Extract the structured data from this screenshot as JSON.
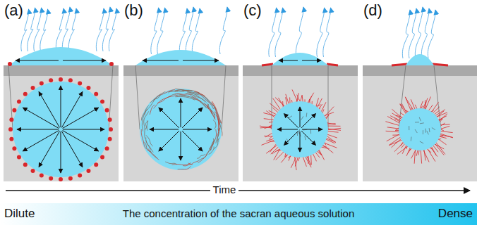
{
  "diagram": {
    "labels": [
      "(a)",
      "(b)",
      "(c)",
      "(d)",
      "Time",
      "Dilute",
      "The concentration of the sacran aqueous solution",
      "Dense"
    ]
  }
}
